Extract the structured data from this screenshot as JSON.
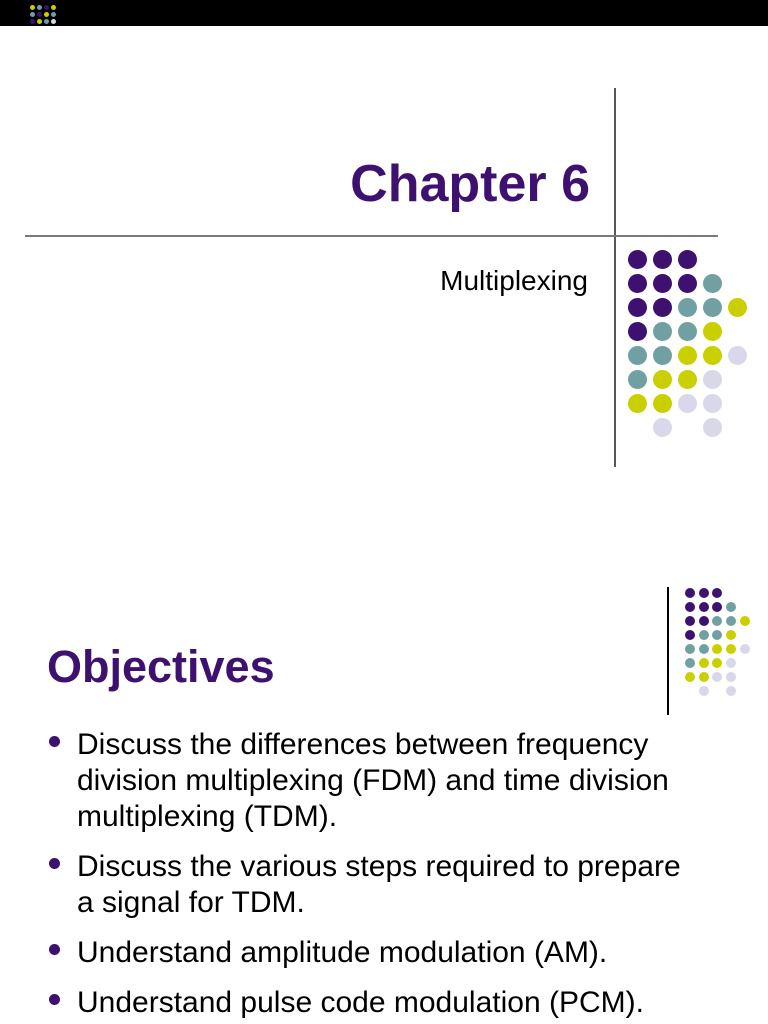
{
  "viewer": {
    "top_bar_color": "#000000",
    "logo_pattern": [
      [
        "yellow",
        "teal",
        "purple",
        "yellow"
      ],
      [
        "teal",
        "purple",
        "yellow",
        "teal"
      ],
      [
        "purple",
        "yellow",
        "teal",
        "lavender"
      ]
    ]
  },
  "slide_title": {
    "title": "Chapter 6",
    "subtitle": "Multiplexing"
  },
  "slide_objectives": {
    "title": "Objectives",
    "bullets": [
      {
        "lines": [
          "Discuss the differences between frequency",
          "division multiplexing (FDM) and time division",
          "multiplexing (TDM)."
        ]
      },
      {
        "lines": [
          "Discuss the various steps required to prepare",
          "a signal for TDM."
        ]
      },
      {
        "lines": [
          "Understand amplitude modulation (AM)."
        ]
      },
      {
        "lines": [
          "Understand pulse code modulation (PCM)."
        ]
      }
    ]
  },
  "colors": {
    "title_purple": "#3e1170",
    "body_text": "#000000",
    "divider_gray": "#7a7a7a",
    "vline_gray": "#585858",
    "vline_black": "#000000",
    "dot_colors": {
      "purple": "#3e1170",
      "teal": "#71a0a2",
      "yellow": "#cacf00",
      "lavender": "#d8d8ea"
    }
  },
  "dots_motif_pattern": [
    [
      "purple",
      "purple",
      "purple",
      null,
      null
    ],
    [
      "purple",
      "purple",
      "purple",
      "teal",
      null
    ],
    [
      "purple",
      "purple",
      "teal",
      "teal",
      "yellow"
    ],
    [
      "purple",
      "teal",
      "teal",
      "yellow",
      null
    ],
    [
      "teal",
      "teal",
      "yellow",
      "yellow",
      "lavender"
    ],
    [
      "teal",
      "yellow",
      "yellow",
      "lavender",
      null
    ],
    [
      "yellow",
      "yellow",
      "lavender",
      "lavender",
      null
    ],
    [
      null,
      "lavender",
      null,
      "lavender",
      null
    ]
  ]
}
